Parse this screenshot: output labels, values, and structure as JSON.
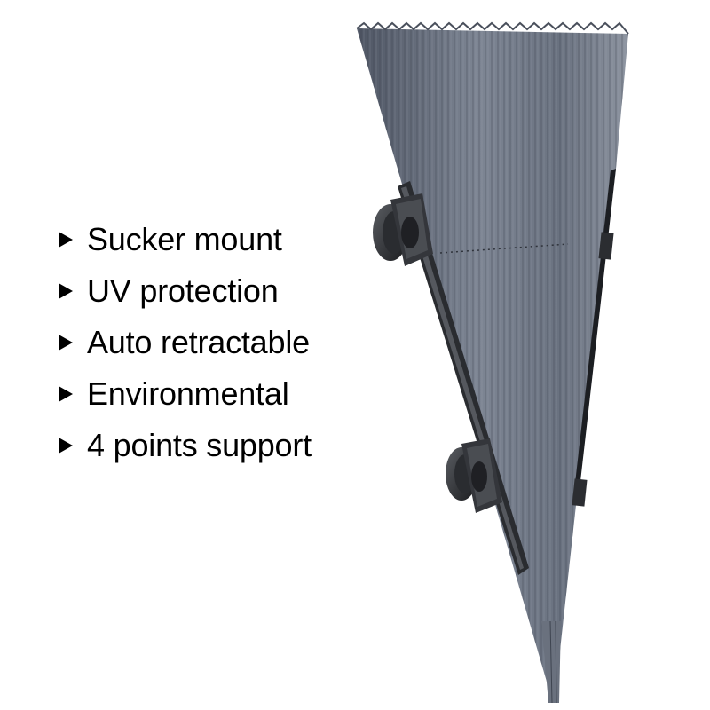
{
  "features": {
    "items": [
      {
        "label": "Sucker mount"
      },
      {
        "label": "UV protection"
      },
      {
        "label": "Auto retractable"
      },
      {
        "label": "Environmental"
      },
      {
        "label": "4 points support"
      }
    ]
  },
  "colors": {
    "background": "#ffffff",
    "text": "#000000",
    "shade_fabric": "#6f7784",
    "frame": "#1c1e22"
  },
  "product": {
    "icon": "folding-sunshade-image"
  }
}
